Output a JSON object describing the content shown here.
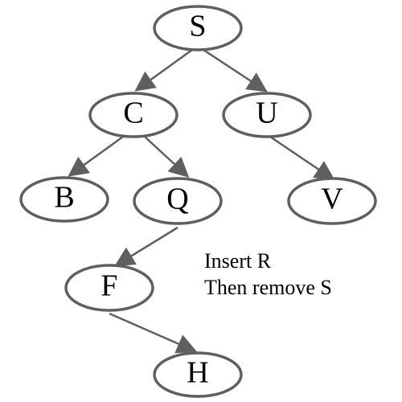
{
  "diagram": {
    "nodes": [
      {
        "id": "S",
        "label": "S"
      },
      {
        "id": "C",
        "label": "C"
      },
      {
        "id": "U",
        "label": "U"
      },
      {
        "id": "B",
        "label": "B"
      },
      {
        "id": "Q",
        "label": "Q"
      },
      {
        "id": "V",
        "label": "V"
      },
      {
        "id": "F",
        "label": "F"
      },
      {
        "id": "H",
        "label": "H"
      }
    ],
    "edges": [
      {
        "from": "S",
        "to": "C"
      },
      {
        "from": "S",
        "to": "U"
      },
      {
        "from": "C",
        "to": "B"
      },
      {
        "from": "C",
        "to": "Q"
      },
      {
        "from": "U",
        "to": "V"
      },
      {
        "from": "Q",
        "to": "F"
      },
      {
        "from": "F",
        "to": "H"
      }
    ],
    "note": {
      "line1": "Insert R",
      "line2": "Then remove S"
    },
    "colors": {
      "stroke": "#5f5f5f",
      "fill": "#ffffff",
      "text": "#000000"
    }
  }
}
